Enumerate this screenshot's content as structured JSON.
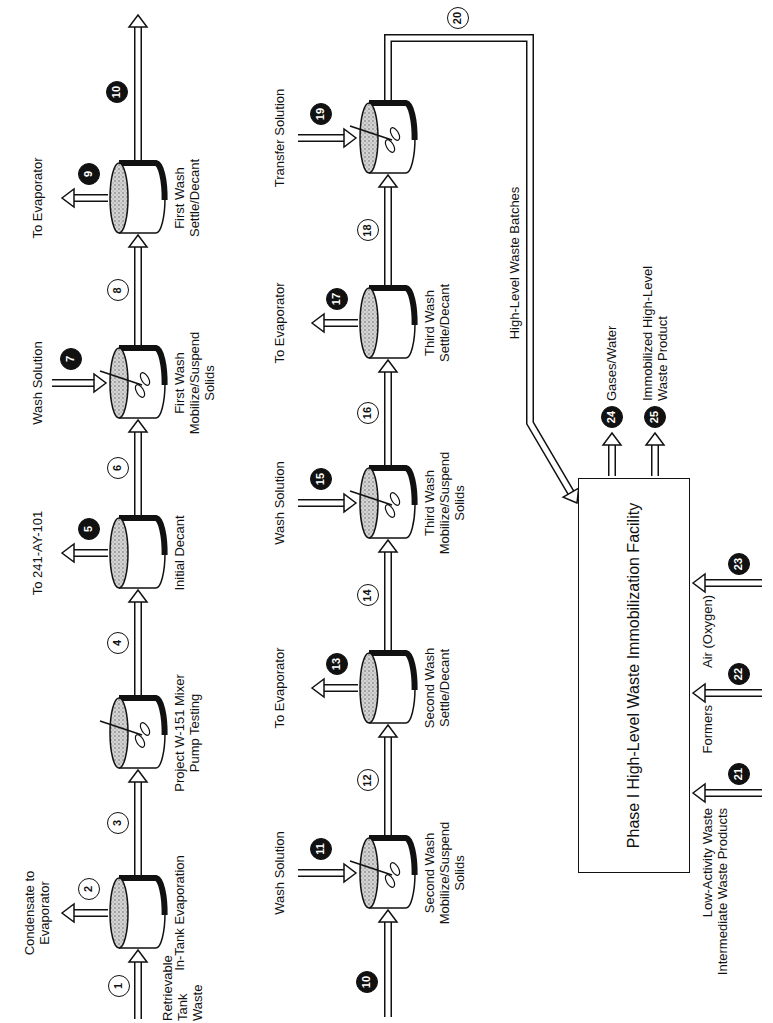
{
  "diagram": {
    "nodes": [
      {
        "text": [
          "In-Tank Evaporation"
        ]
      },
      {
        "text": [
          "Project W-151 Mixer Pump Testing"
        ]
      },
      {
        "text": [
          "Initial Decant"
        ]
      },
      {
        "text": [
          "First Wash Mobilize/Suspend Solids"
        ]
      },
      {
        "text": [
          "First Wash Settle/Decant"
        ]
      },
      {
        "text": [
          "Second Wash Mobilize/Suspend Solids"
        ]
      },
      {
        "text": [
          "Second Wash Settle/Decant"
        ]
      },
      {
        "text": [
          "Third Wash Mobilize/Suspend Solids"
        ]
      },
      {
        "text": [
          "Third Wash Settle/Decant"
        ]
      },
      {
        "text": []
      },
      {
        "text": [
          "Phase I High-Level Waste Immobilization Facility"
        ]
      }
    ],
    "edges": [
      {
        "from": 0,
        "to": 1,
        "arrow": "to",
        "label": "3"
      },
      {
        "from": 1,
        "to": 2,
        "arrow": "to",
        "label": "4"
      },
      {
        "from": 2,
        "to": 3,
        "arrow": "to",
        "label": "6"
      },
      {
        "from": 3,
        "to": 4,
        "arrow": "to",
        "label": "8"
      },
      {
        "from": 5,
        "to": 6,
        "arrow": "to",
        "label": "12"
      },
      {
        "from": 6,
        "to": 7,
        "arrow": "to",
        "label": "14"
      },
      {
        "from": 7,
        "to": 8,
        "arrow": "to",
        "label": "16"
      },
      {
        "from": 8,
        "to": 9,
        "arrow": "to",
        "label": "18"
      },
      {
        "from": 9,
        "to": 10,
        "arrow": "to",
        "label": "20"
      }
    ],
    "labels": [
      "Retrievable Tank Waste",
      "1",
      "Condensate to Evaporator",
      "2",
      "To 241-AY-101",
      "5",
      "Wash Solution",
      "7",
      "To Evaporator",
      "9",
      "10",
      "10",
      "Wash Solution",
      "11",
      "To Evaporator",
      "13",
      "Wash Solution",
      "15",
      "To Evaporator",
      "17",
      "Transfer Solution",
      "19",
      "High-Level Waste Batches",
      "Low-Activity Waste Intermediate Waste Products",
      "21",
      "Formers",
      "22",
      "Air (Oxygen)",
      "23",
      "Gases/Water",
      "24",
      "Immobilized High-Level Waste Product",
      "25"
    ]
  }
}
